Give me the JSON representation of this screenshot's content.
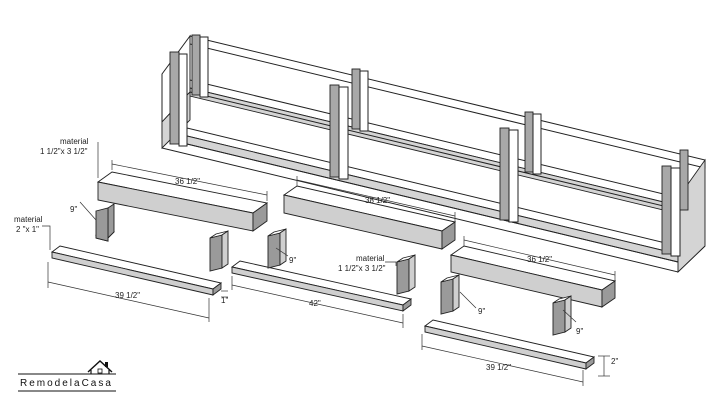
{
  "parts": {
    "material_top_left": {
      "line1": "material",
      "line2": "1 1/2\"x 3 1/2\""
    },
    "material_left": {
      "line1": "material",
      "line2": "2 \"x 1\""
    },
    "material_mid": {
      "line1": "material",
      "line2": "1 1/2\"x 3 1/2\""
    }
  },
  "dimensions": {
    "d1": "36 1/2\"",
    "d2": "9\"",
    "d3": "38 1/2\"",
    "d4": "9\"",
    "d5": "36 1/2\"",
    "d6": "39 1/2\"",
    "d7": "1\"",
    "d8": "42\"",
    "d9": "9\"",
    "d10": "9\"",
    "d11": "39 1/2\"",
    "d12": "2\""
  },
  "logo": {
    "text": "RemodelaCasa",
    "icon": "house-icon"
  }
}
